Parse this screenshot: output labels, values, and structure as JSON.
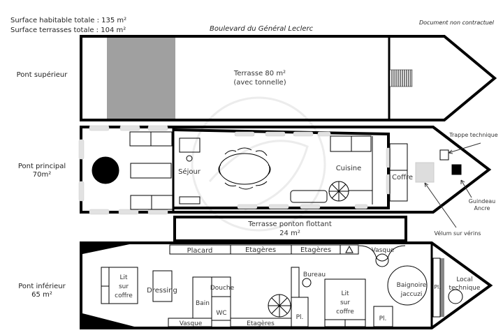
{
  "header": {
    "surface_habitable": "Surface habitable totale : 135 m²",
    "surface_terrasses": "Surface terrasses totale : 104 m²",
    "street": "Boulevard du Général Leclerc",
    "disclaimer": "Document non contractuel"
  },
  "decks": {
    "upper": {
      "label": "Pont supérieur",
      "terrace_line1": "Terrasse 80 m²",
      "terrace_line2": "(avec tonnelle)"
    },
    "main": {
      "label_line1": "Pont principal",
      "label_line2": "70m²",
      "rooms": {
        "sejour": "Séjour",
        "cuisine": "Cuisine",
        "coffre": "Coffre"
      },
      "annotations": {
        "trappe": "Trappe technique",
        "guindeau_line1": "Guindeau",
        "guindeau_line2": "Ancre",
        "velum": "Vélum sur vérins"
      }
    },
    "ponton": {
      "line1": "Terrasse ponton flottant",
      "line2": "24 m²"
    },
    "lower": {
      "label_line1": "Pont inférieur",
      "label_line2": "65 m²",
      "rooms": {
        "placard": "Placard",
        "etageres_top1": "Etagères",
        "etageres_top2": "Etagères",
        "vasque_top": "Vasque",
        "lit1_l1": "Lit",
        "lit1_l2": "sur",
        "lit1_l3": "coffre",
        "dressing": "Dressing",
        "douche": "Douche",
        "bain": "Bain",
        "wc": "WC",
        "vasque_bottom": "Vasque",
        "etageres_bottom": "Etagères",
        "bureau": "Bureau",
        "pl1": "Pl.",
        "lit2_l1": "Lit",
        "lit2_l2": "sur",
        "lit2_l3": "coffre",
        "pl2": "Pl.",
        "baignoire_l1": "Baignoire",
        "baignoire_l2": "jaccuzi",
        "pl3": "Pl.",
        "local_l1": "Local",
        "local_l2": "technique"
      }
    }
  },
  "colors": {
    "wall": "#000000",
    "tonnelle": "#a0a0a0",
    "window": "#e2e2e2",
    "watermark": "#ececec"
  }
}
